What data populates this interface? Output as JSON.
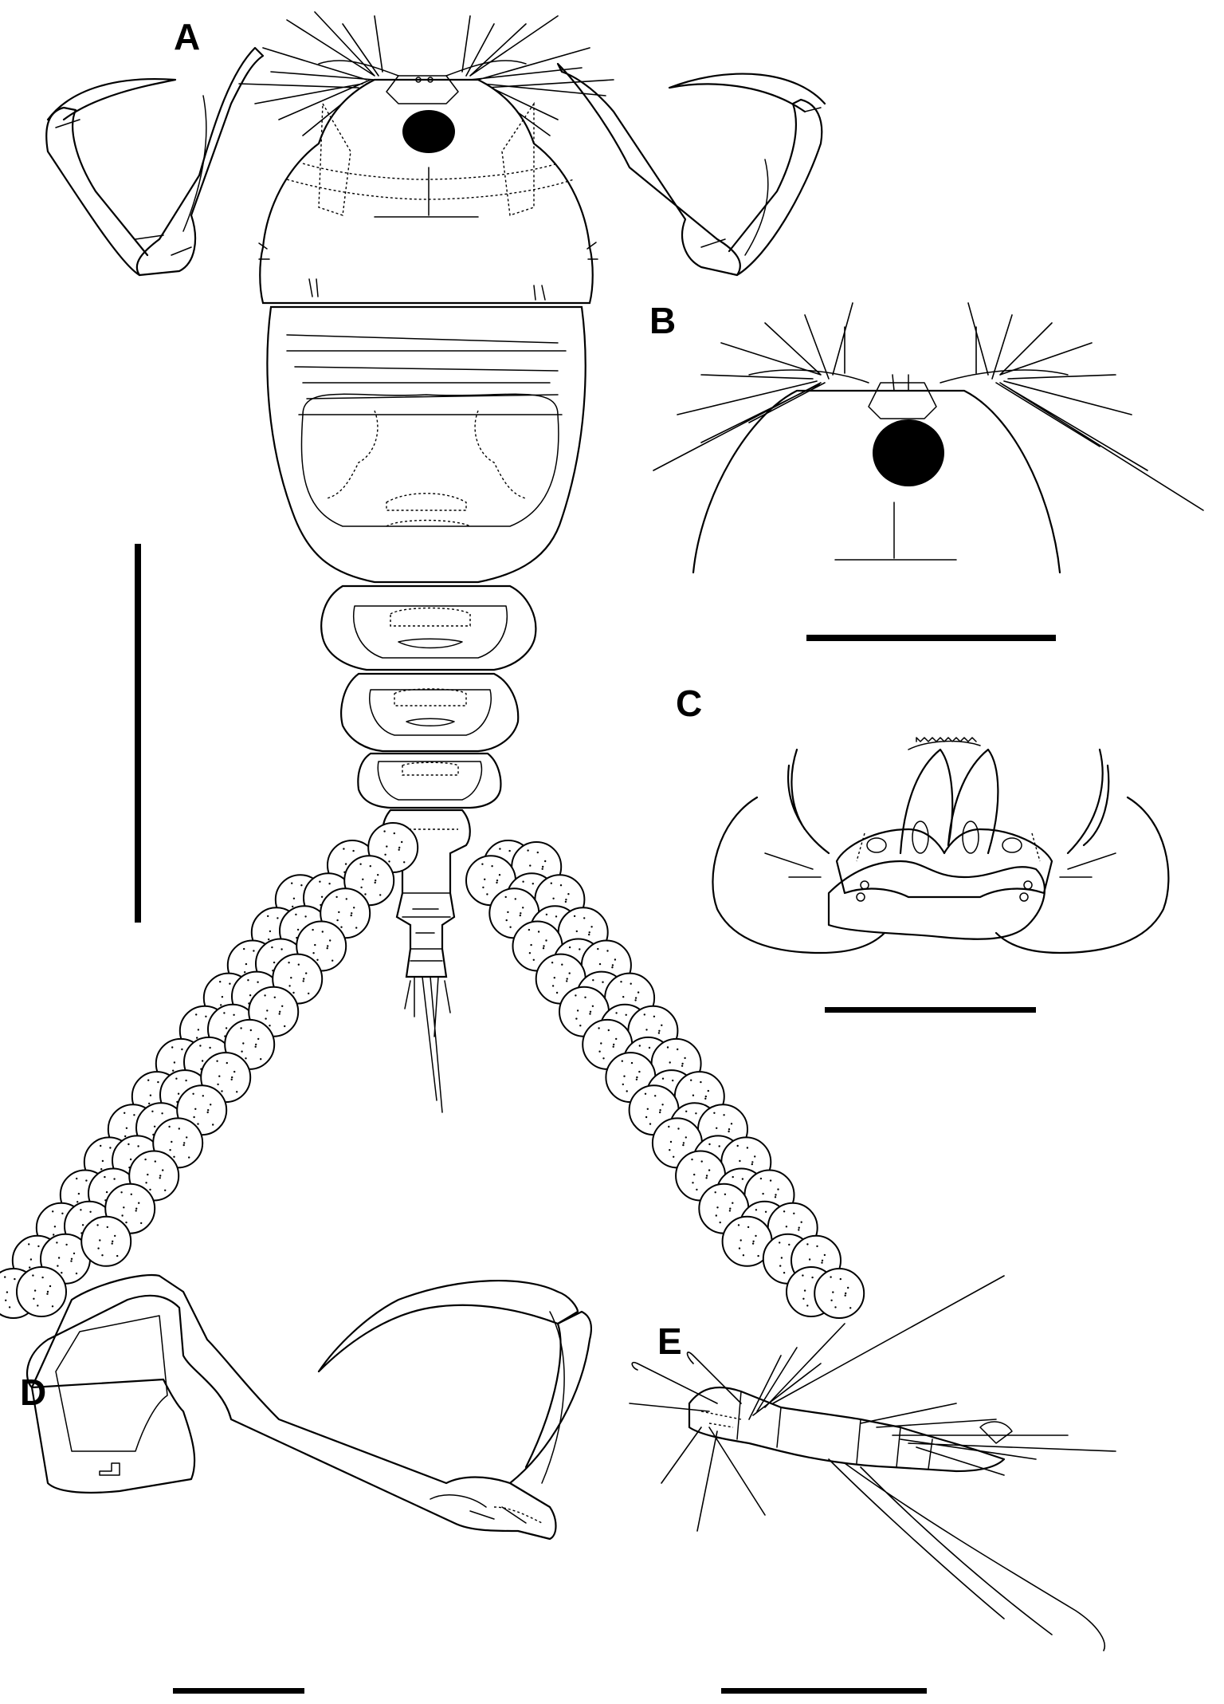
{
  "panels": [
    {
      "id": "A",
      "label": "A"
    },
    {
      "id": "B",
      "label": "B"
    },
    {
      "id": "C",
      "label": "C"
    },
    {
      "id": "D",
      "label": "D"
    },
    {
      "id": "E",
      "label": "E"
    }
  ]
}
